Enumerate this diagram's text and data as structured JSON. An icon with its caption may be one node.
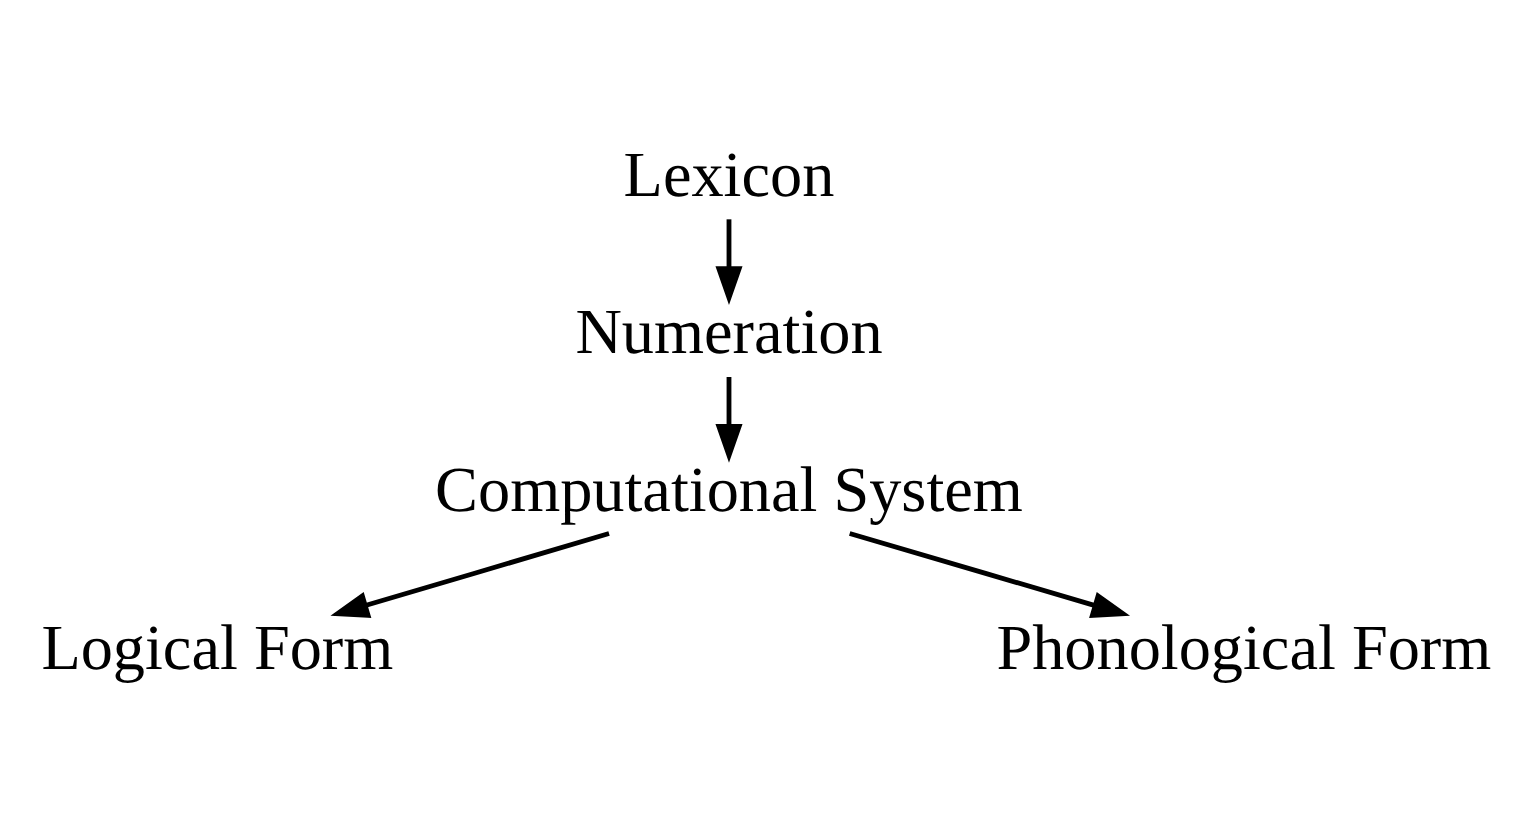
{
  "diagram": {
    "nodes": [
      {
        "text": [
          "Lexicon"
        ]
      },
      {
        "text": [
          "Numeration"
        ]
      },
      {
        "text": [
          "Computational System"
        ]
      },
      {
        "text": [
          "Logical Form"
        ]
      },
      {
        "text": [
          "Phonological Form"
        ]
      }
    ],
    "edges": [
      {
        "from": 0,
        "to": 1,
        "arrow": "to"
      },
      {
        "from": 1,
        "to": 2,
        "arrow": "to"
      },
      {
        "from": 2,
        "to": 3,
        "arrow": "to"
      },
      {
        "from": 2,
        "to": 4,
        "arrow": "to"
      }
    ]
  }
}
